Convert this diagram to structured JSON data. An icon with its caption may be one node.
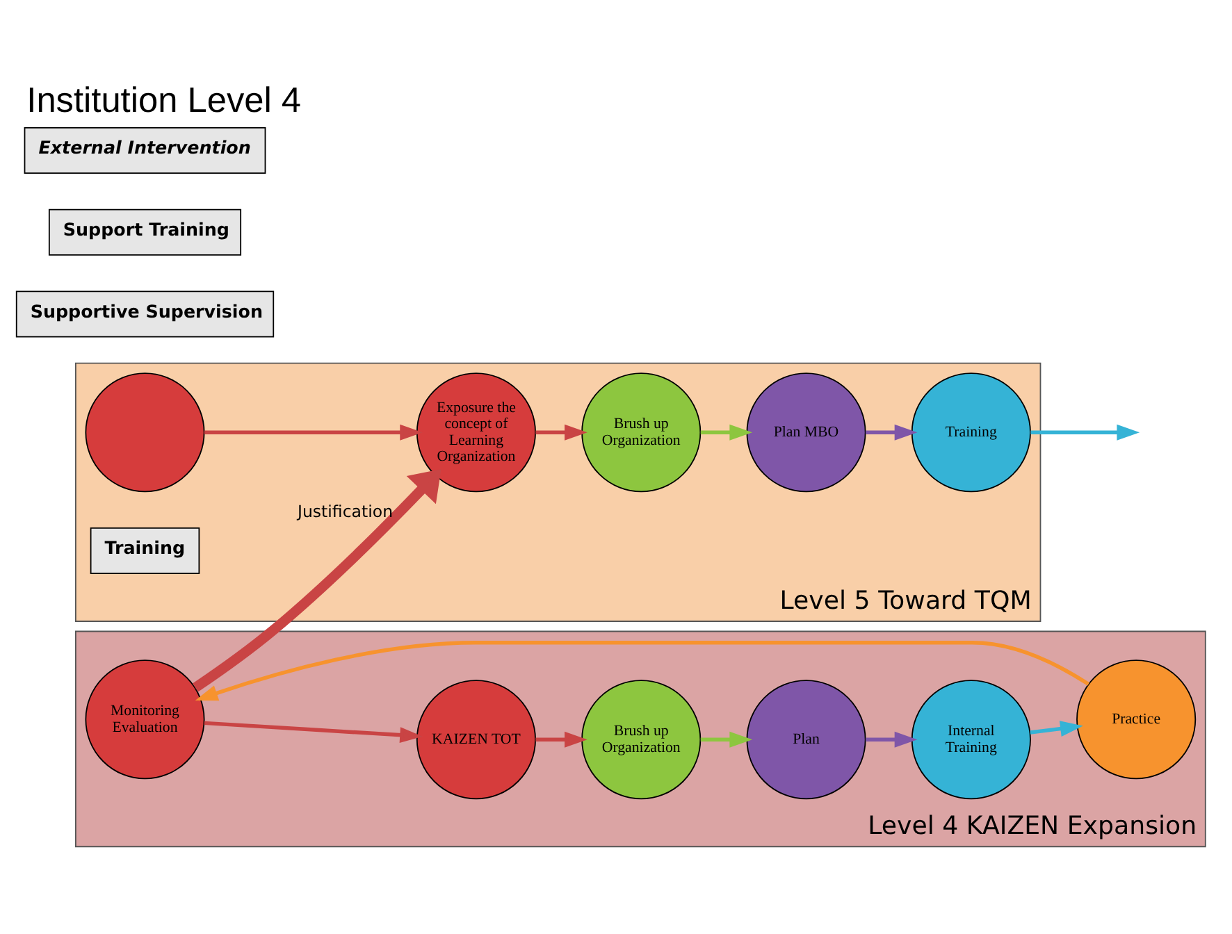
{
  "diagram": {
    "title": "Institution Level 4",
    "nodes": [
      {
        "text": [
          "Level 5 Toward TQM"
        ]
      },
      {
        "text": [],
        "shape": "circle",
        "in": 0
      },
      {
        "text": [
          "Exposure the concept of Learning Organization"
        ],
        "in": 0
      },
      {
        "text": [
          "Brush up Organization"
        ],
        "in": 0
      },
      {
        "text": [
          "Plan MBO"
        ],
        "in": 0
      },
      {
        "text": [
          "Training"
        ],
        "in": 0
      },
      {
        "text": [
          "Training"
        ],
        "in": 0
      },
      {
        "text": [
          "Level 4 KAIZEN Expansion"
        ]
      },
      {
        "text": [
          "Supportive Supervision"
        ]
      },
      {
        "text": [
          "Monitoring Evaluation"
        ],
        "in": 7
      },
      {
        "text": [
          "KAIZEN TOT"
        ],
        "in": 7
      },
      {
        "text": [
          "Brush up Organization"
        ],
        "in": 7
      },
      {
        "text": [
          "Plan"
        ],
        "in": 7
      },
      {
        "text": [
          "Support Training"
        ]
      },
      {
        "text": [
          "Internal Training"
        ],
        "in": 7
      },
      {
        "text": [
          "Practice"
        ],
        "in": 7
      },
      {
        "text": [
          "External Intervention"
        ]
      }
    ],
    "edges": [
      {
        "from": 1,
        "to": 2,
        "arrow": "to"
      },
      {
        "from": 2,
        "to": 3,
        "arrow": "to"
      },
      {
        "from": 3,
        "to": 4,
        "arrow": "to",
        "color": "#8dc63f"
      },
      {
        "from": 4,
        "to": 6,
        "arrow": "to",
        "color": "#7f56a8"
      },
      {
        "from": 6,
        "to": null,
        "arrow": "to",
        "color": "#35b3d6"
      },
      {
        "from": 9,
        "to": 10,
        "arrow": "to"
      },
      {
        "from": 10,
        "to": 11,
        "arrow": "to"
      },
      {
        "from": 11,
        "to": 12,
        "arrow": "to",
        "color": "#8dc63f"
      },
      {
        "from": 12,
        "to": 14,
        "arrow": "to",
        "color": "#7f56a8"
      },
      {
        "from": 14,
        "to": 15,
        "arrow": "to",
        "color": "#35b3d6"
      },
      {
        "from": 15,
        "to": 9,
        "arrow": "to",
        "color": "#f7932e"
      },
      {
        "from": 9,
        "to": 2,
        "arrow": "to",
        "label": "Justification",
        "style": "thick"
      }
    ]
  }
}
